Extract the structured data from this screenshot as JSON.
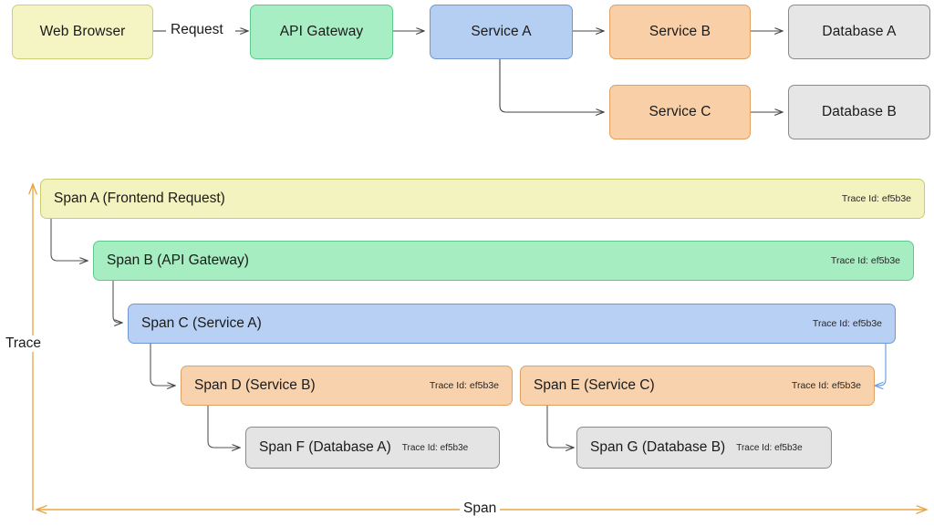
{
  "architecture": {
    "nodes": [
      {
        "id": "web-browser",
        "label": "Web Browser",
        "color": "#f5f5c3"
      },
      {
        "id": "api-gateway",
        "label": "API Gateway",
        "color": "#a8eec4"
      },
      {
        "id": "service-a",
        "label": "Service A",
        "color": "#b5cff2"
      },
      {
        "id": "service-b",
        "label": "Service B",
        "color": "#f8cfa7"
      },
      {
        "id": "service-c",
        "label": "Service C",
        "color": "#f8cfa7"
      },
      {
        "id": "database-a",
        "label": "Database A",
        "color": "#e6e6e6"
      },
      {
        "id": "database-b",
        "label": "Database B",
        "color": "#e6e6e6"
      }
    ],
    "edge_labels": {
      "browser_to_gateway": "Request"
    }
  },
  "trace_view": {
    "axis": {
      "vertical_label": "Trace",
      "horizontal_label": "Span",
      "axis_color": "#e8a33d"
    },
    "trace_id_text": "Trace Id: ef5b3e",
    "spans": [
      {
        "id": "span-a",
        "label": "Span A (Frontend Request)",
        "trace": "Trace Id: ef5b3e",
        "color": "#f3f3bf"
      },
      {
        "id": "span-b",
        "label": "Span B (API Gateway)",
        "trace": "Trace Id: ef5b3e",
        "color": "#a6eec2"
      },
      {
        "id": "span-c",
        "label": "Span C (Service A)",
        "trace": "Trace Id: ef5b3e",
        "color": "#b8d0f4"
      },
      {
        "id": "span-d",
        "label": "Span D (Service B)",
        "trace": "Trace Id: ef5b3e",
        "color": "#f8d2ad"
      },
      {
        "id": "span-e",
        "label": "Span E (Service C)",
        "trace": "Trace Id: ef5b3e",
        "color": "#f8d2ad"
      },
      {
        "id": "span-f",
        "label": "Span F (Database A)",
        "trace": "Trace Id: ef5b3e",
        "color": "#e4e4e4"
      },
      {
        "id": "span-g",
        "label": "Span G (Database B)",
        "trace": "Trace Id: ef5b3e",
        "color": "#e4e4e4"
      }
    ]
  }
}
